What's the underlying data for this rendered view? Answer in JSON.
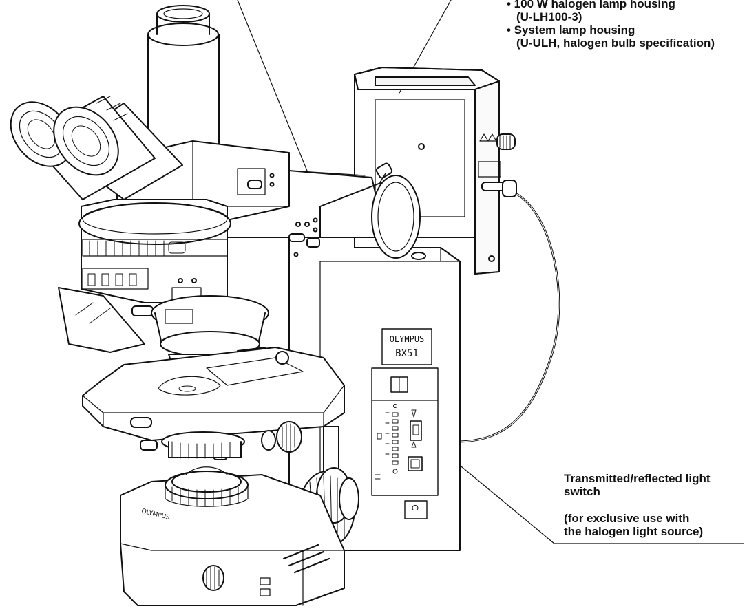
{
  "callouts": {
    "lamp_housing": {
      "line1": "• 100 W halogen lamp housing",
      "line2": "(U-LH100-3)",
      "line3": "• System lamp housing",
      "line4": "(U-ULH, halogen bulb specification)"
    },
    "switch": {
      "line1": "Transmitted/reflected light",
      "line2": "switch",
      "note1": "(for exclusive use with",
      "note2": "the halogen light source)"
    }
  },
  "microscope": {
    "brand": "OLYMPUS",
    "model": "BX51",
    "base_brand": "OLYMPUS"
  },
  "colors": {
    "ink": "#111111",
    "background": "#ffffff"
  }
}
